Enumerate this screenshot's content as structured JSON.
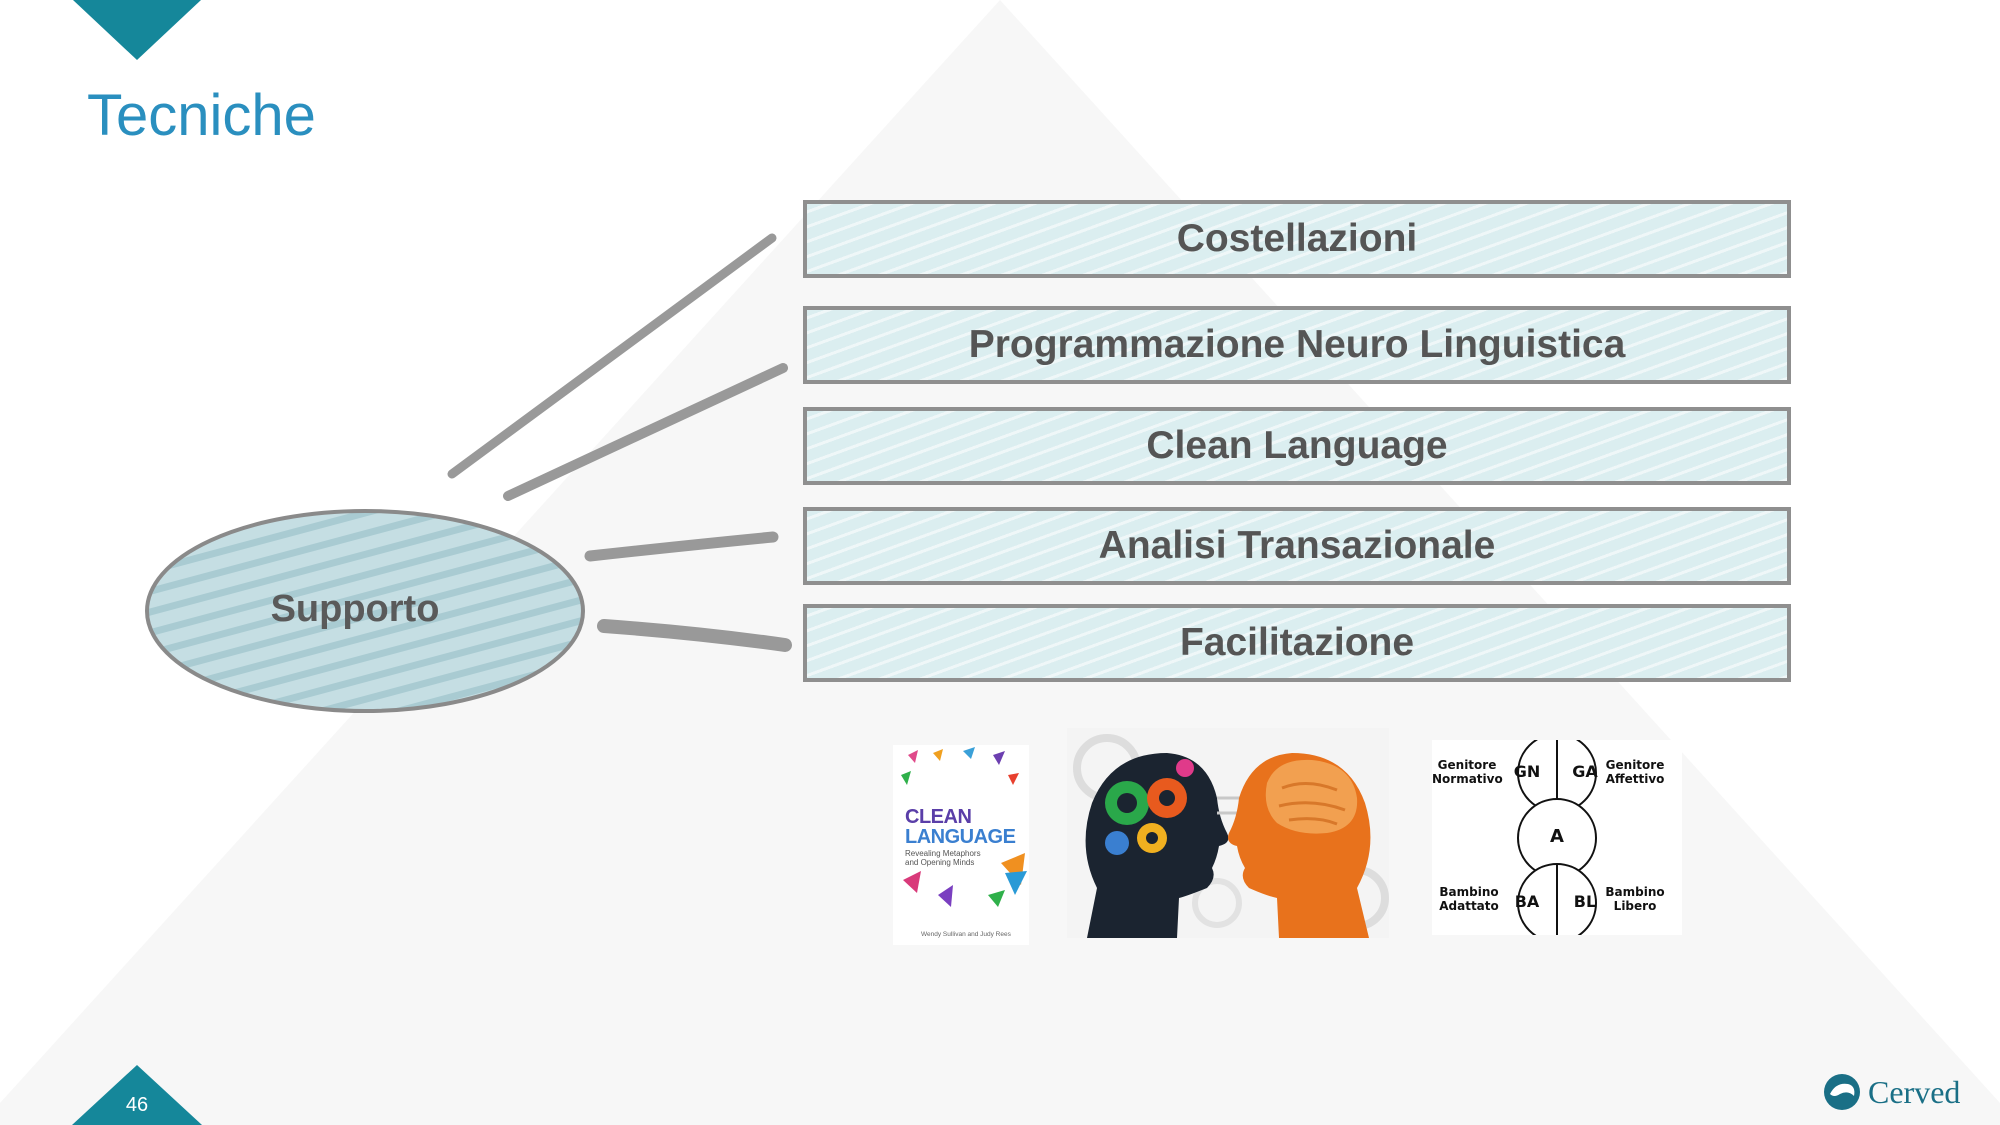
{
  "slide": {
    "title": "Tecniche",
    "page_number": "46",
    "hub_label": "Supporto",
    "techniques": [
      {
        "label": "Costellazioni"
      },
      {
        "label": "Programmazione Neuro Linguistica"
      },
      {
        "label": "Clean Language"
      },
      {
        "label": "Analisi Transazionale"
      },
      {
        "label": "Facilitazione"
      }
    ],
    "colors": {
      "accent": "#15879a",
      "title": "#2a8fbf",
      "box_fill": "#dbeef0",
      "box_border": "#8f8f8f",
      "ellipse_fill": "#b7d6dc",
      "text": "#555555"
    }
  },
  "images": {
    "book": {
      "title_line1": "CLEAN",
      "title_line2": "LANGUAGE",
      "subtitle_line1": "Revealing Metaphors",
      "subtitle_line2": "and Opening Minds",
      "authors": "Wendy Sullivan and Judy Rees"
    },
    "ta_diagram": {
      "gn": "GN",
      "ga": "GA",
      "a": "A",
      "ba": "BA",
      "bl": "BL",
      "genitore_normativo_1": "Genitore",
      "genitore_normativo_2": "Normativo",
      "genitore_affettivo_1": "Genitore",
      "genitore_affettivo_2": "Affettivo",
      "bambino_adattato_1": "Bambino",
      "bambino_adattato_2": "Adattato",
      "bambino_libero_1": "Bambino",
      "bambino_libero_2": "Libero"
    },
    "heads_icon": "heads-gears-brain-illustration"
  },
  "brand": {
    "logo_text": "Cerved",
    "logo_icon": "cerved-swirl-icon"
  }
}
